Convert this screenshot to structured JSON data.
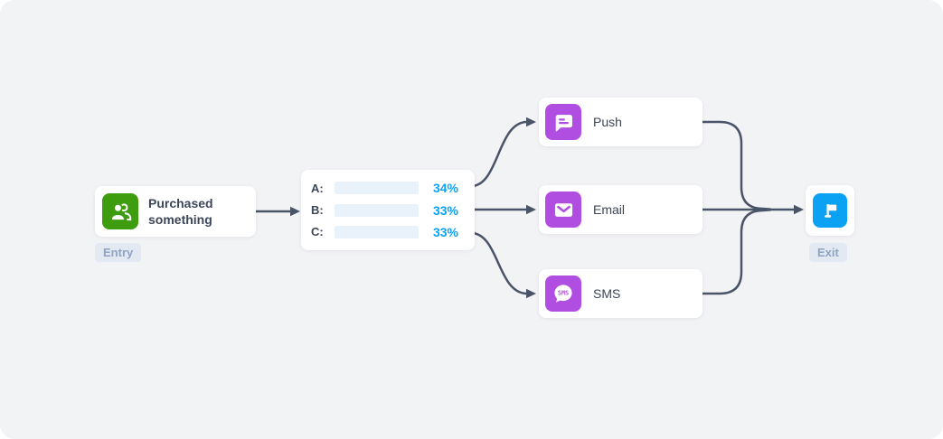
{
  "diagram": {
    "entry": {
      "title": "Purchased something",
      "badge": "Entry",
      "icon": "people-icon"
    },
    "split": {
      "rows": [
        {
          "label": "A:",
          "percent": "34%",
          "bar_width": "28%"
        },
        {
          "label": "B:",
          "percent": "33%",
          "bar_width": "27%"
        },
        {
          "label": "C:",
          "percent": "33%",
          "bar_width": "27%"
        }
      ]
    },
    "channels": [
      {
        "label": "Push",
        "icon": "push-notification-icon"
      },
      {
        "label": "Email",
        "icon": "envelope-icon"
      },
      {
        "label": "SMS",
        "icon": "sms-bubble-icon",
        "icon_text": "SMS"
      }
    ],
    "exit": {
      "badge": "Exit",
      "icon": "flag-icon"
    }
  },
  "colors": {
    "canvas_bg": "#F2F3F5",
    "connector": "#4A5468",
    "entry_icon_green": "#3E9C0F",
    "channel_icon_purple": "#B14EE2",
    "accent_blue": "#0CA2F4",
    "bar_track": "#E9F2FA",
    "node_text": "#3C4658",
    "badge_bg": "#E3E9F2",
    "badge_text": "#8FA3C2"
  }
}
